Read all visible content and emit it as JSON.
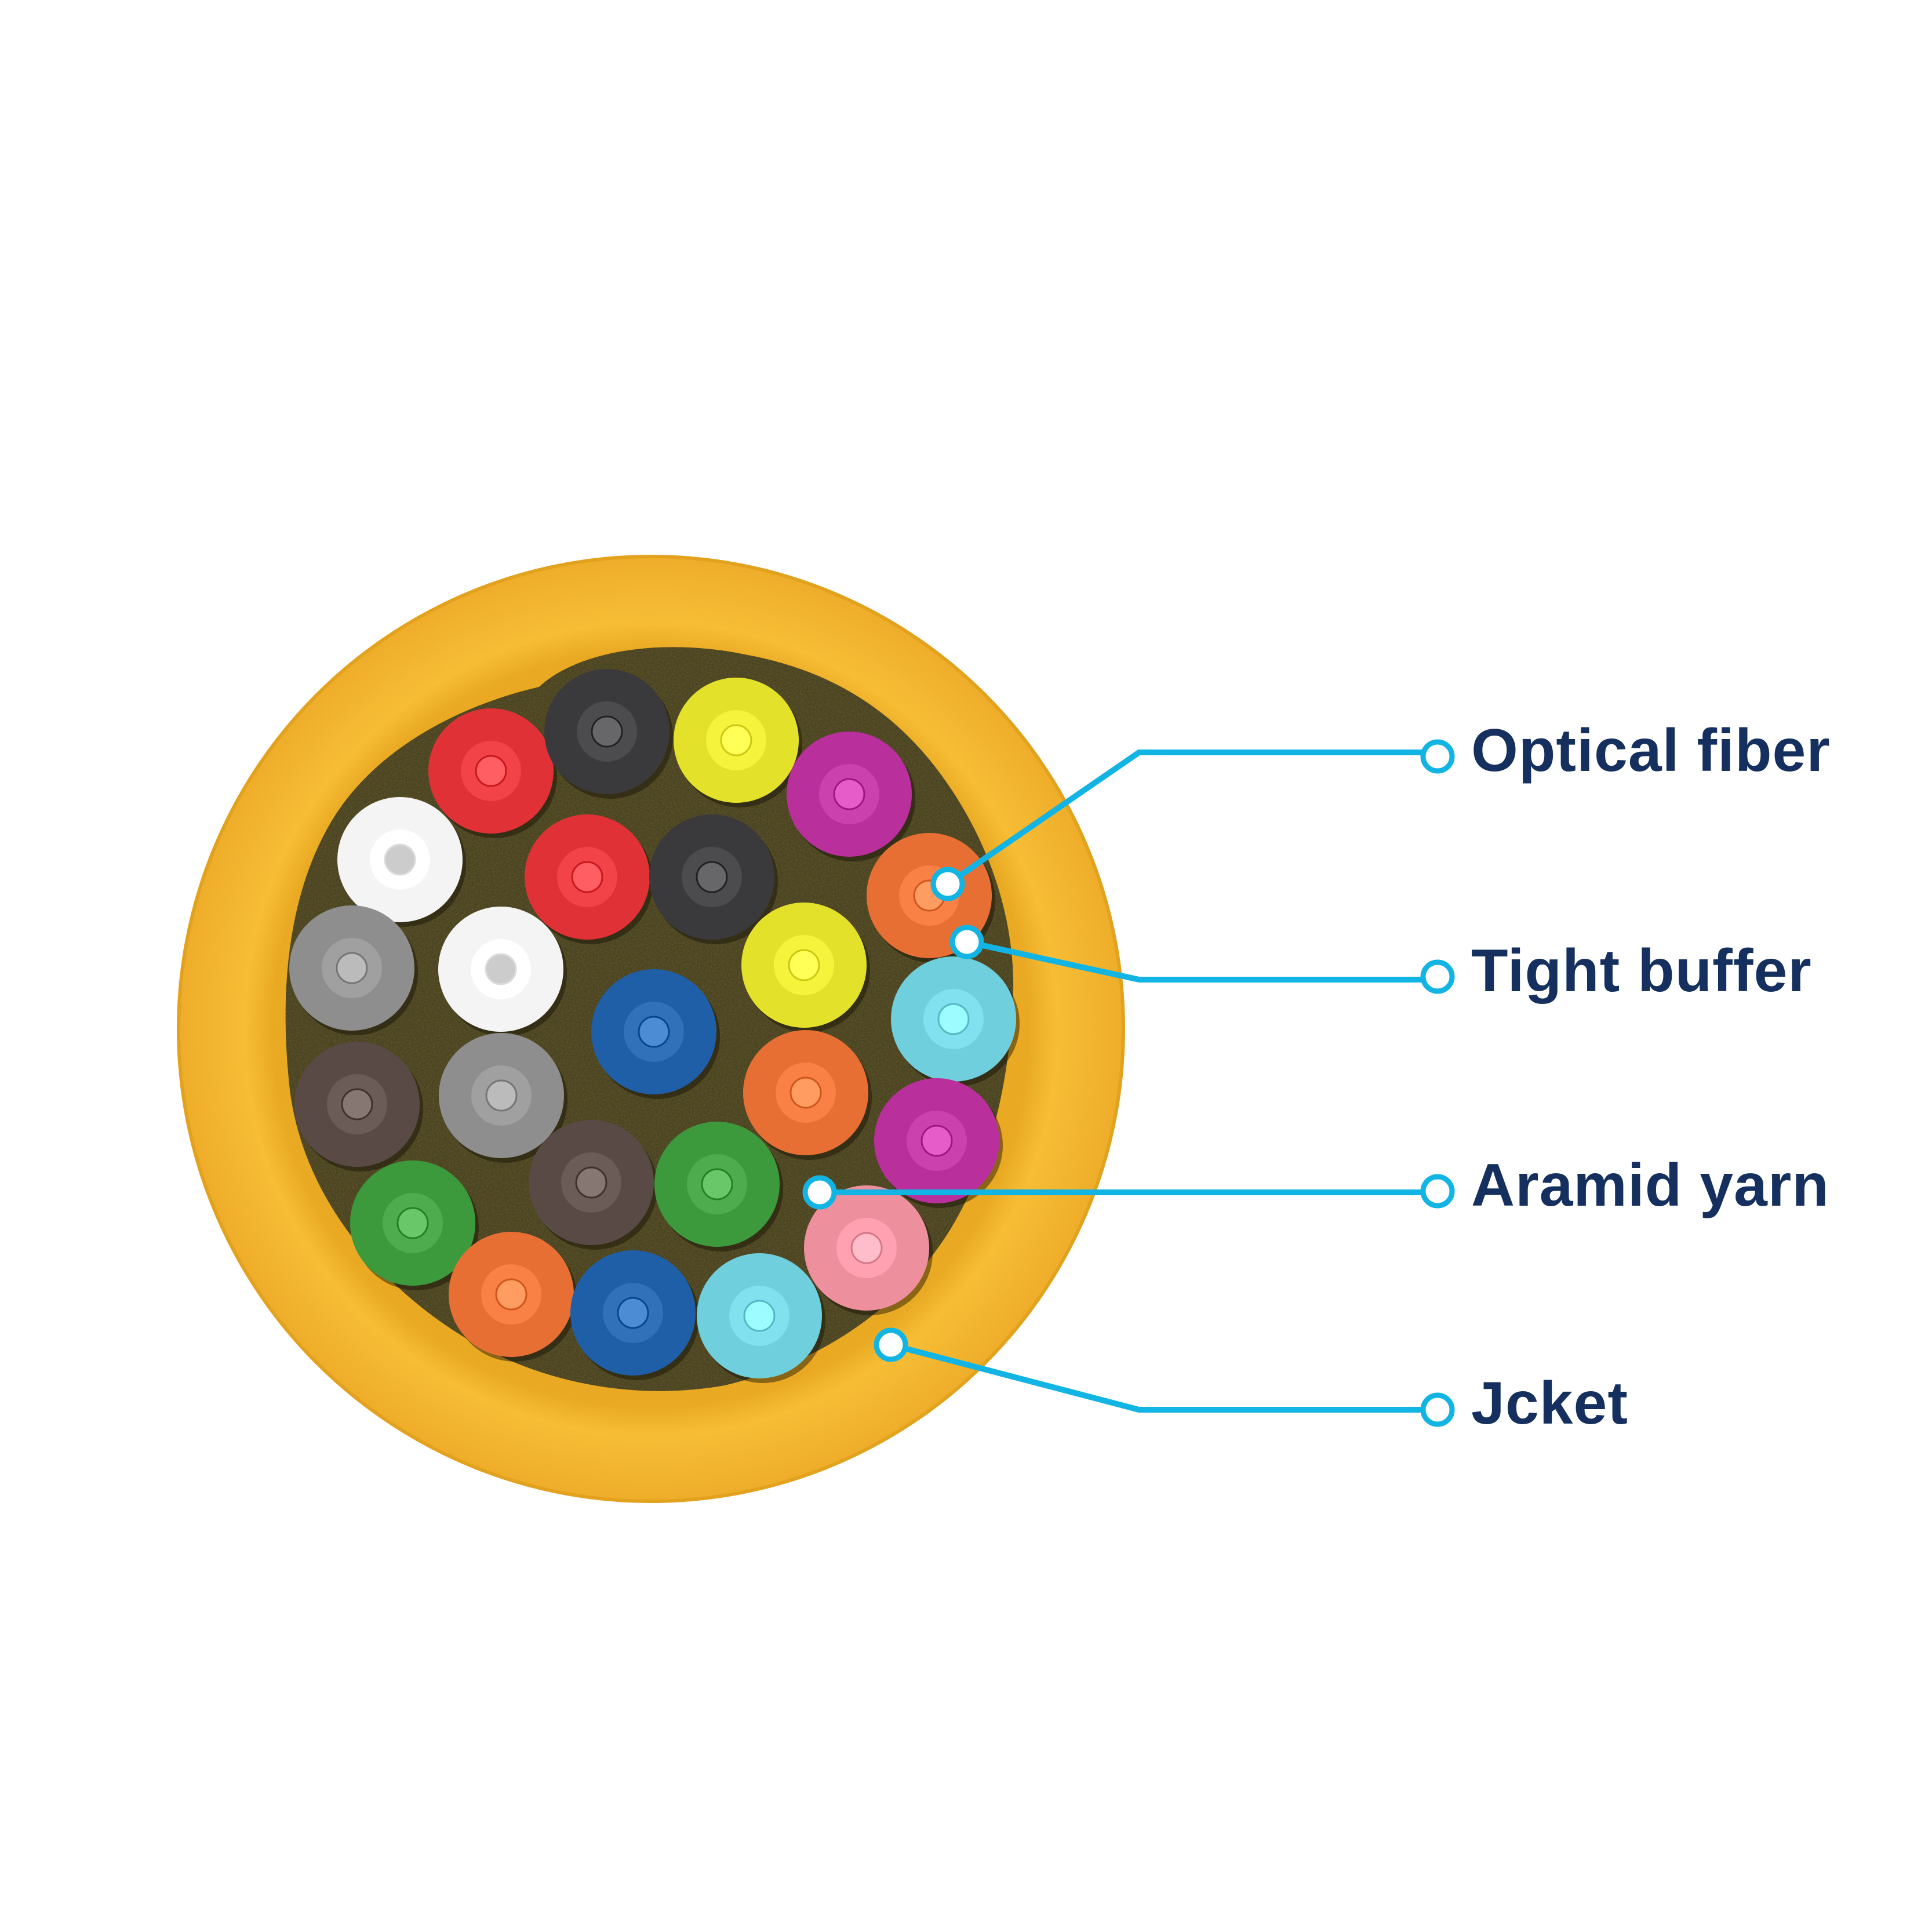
{
  "colors": {
    "jacket": "#f5b731",
    "jacket_edge": "#e2a21f",
    "aramid_yarn": "#4a4420",
    "leader_line": "#12b4e3",
    "label_text": "#15305e",
    "fiber_core": "#c4c4c4"
  },
  "cable": {
    "fibers": [
      {
        "color": "#e03136",
        "name": "red"
      },
      {
        "color": "#3a3a3c",
        "name": "black"
      },
      {
        "color": "#e4e12a",
        "name": "yellow"
      },
      {
        "color": "#b92f9c",
        "name": "violet"
      },
      {
        "color": "#f4f4f4",
        "name": "white"
      },
      {
        "color": "#e03136",
        "name": "red"
      },
      {
        "color": "#3a3a3c",
        "name": "black"
      },
      {
        "color": "#e86f34",
        "name": "orange"
      },
      {
        "color": "#8e8e8e",
        "name": "slate"
      },
      {
        "color": "#f4f4f4",
        "name": "white"
      },
      {
        "color": "#e4e12a",
        "name": "yellow"
      },
      {
        "color": "#1f5fa8",
        "name": "blue"
      },
      {
        "color": "#6fcfdc",
        "name": "aqua"
      },
      {
        "color": "#5a4a45",
        "name": "brown"
      },
      {
        "color": "#8e8e8e",
        "name": "slate"
      },
      {
        "color": "#e86f34",
        "name": "orange"
      },
      {
        "color": "#b92f9c",
        "name": "violet"
      },
      {
        "color": "#5a4a45",
        "name": "brown"
      },
      {
        "color": "#3c9a3c",
        "name": "green"
      },
      {
        "color": "#3c9a3c",
        "name": "green"
      },
      {
        "color": "#ee8f9e",
        "name": "rose"
      },
      {
        "color": "#e86f34",
        "name": "orange"
      },
      {
        "color": "#1f5fa8",
        "name": "blue"
      },
      {
        "color": "#6fcfdc",
        "name": "aqua"
      }
    ]
  },
  "callouts": [
    {
      "label": "Optical fiber"
    },
    {
      "label": "Tight buffer"
    },
    {
      "label": "Aramid yarn"
    },
    {
      "label": "Jcket"
    }
  ]
}
